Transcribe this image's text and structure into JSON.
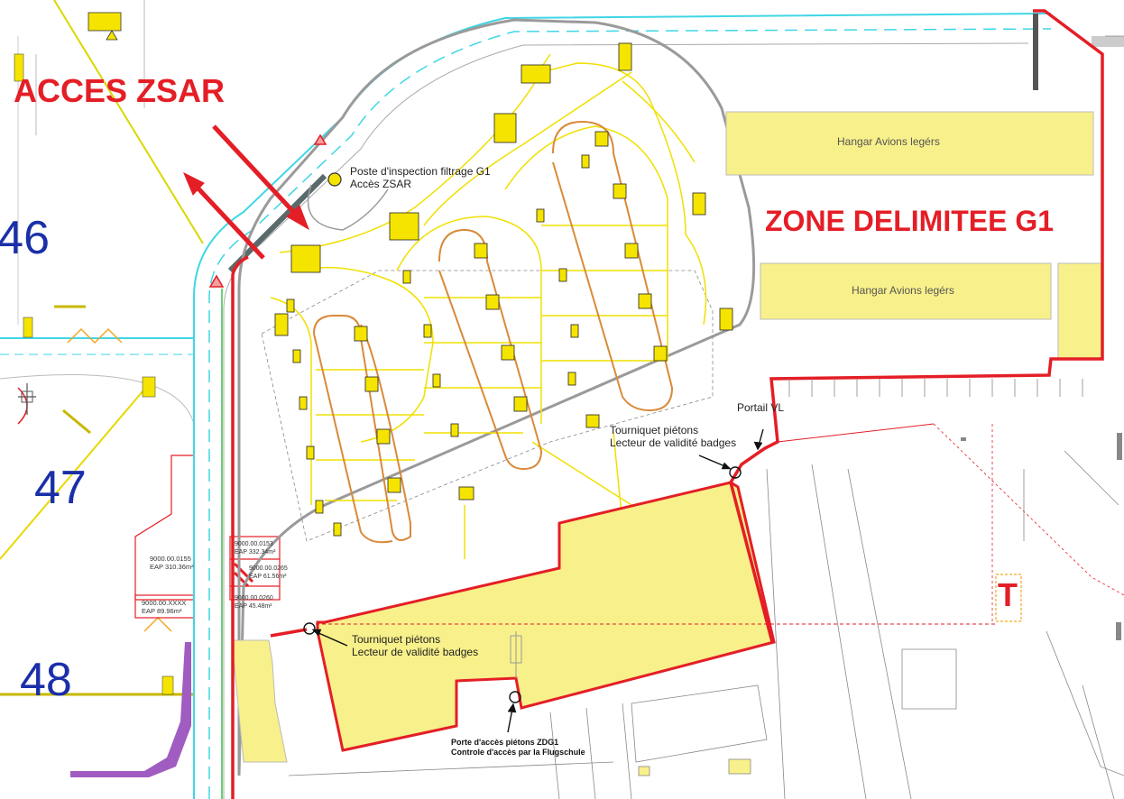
{
  "title": "ACCES ZSAR",
  "zone_title": "ZONE DELIMITEE G1",
  "hangars": [
    {
      "label": "Hangar Avions legérs"
    },
    {
      "label": "Hangar Avions legérs"
    }
  ],
  "inspection_post": {
    "line1": "Poste d'inspection filtrage G1",
    "line2": "Accès ZSAR"
  },
  "portail": "Portail VL",
  "turnstile_east": {
    "line1": "Tourniquet piétons",
    "line2": "Lecteur de validité badges"
  },
  "turnstile_south": {
    "line1": "Tourniquet piétons",
    "line2": "Lecteur de validité badges"
  },
  "pedestrian_door": {
    "line1": "Porte d'accès piétons ZDG1",
    "line2": "Controle d'accès par la Flugschule"
  },
  "stand_numbers": [
    "46",
    "47",
    "48"
  ],
  "taxiway_marker": "T",
  "eap_boxes": [
    {
      "id": "9000.00.0155",
      "area": "EAP 310.36m²"
    },
    {
      "id": "9000.00.XXXX",
      "area": "EAP 89.96m²"
    },
    {
      "id": "9000.00.0153",
      "area": "EAP 332.34m²"
    },
    {
      "id": "9000.00.0265",
      "area": "EAP 61.56m²"
    },
    {
      "id": "9000.00.0260",
      "area": "EAP 45.48m²"
    }
  ],
  "colors": {
    "boundary": "#e41e26",
    "building": "#f8f08a",
    "taxiway_line": "#f0e000",
    "taxi_route": "#d98a3a",
    "service_road": "#3fd6e6",
    "stand_number": "#1a2fa8",
    "apron_outline": "#9a9a9a"
  }
}
